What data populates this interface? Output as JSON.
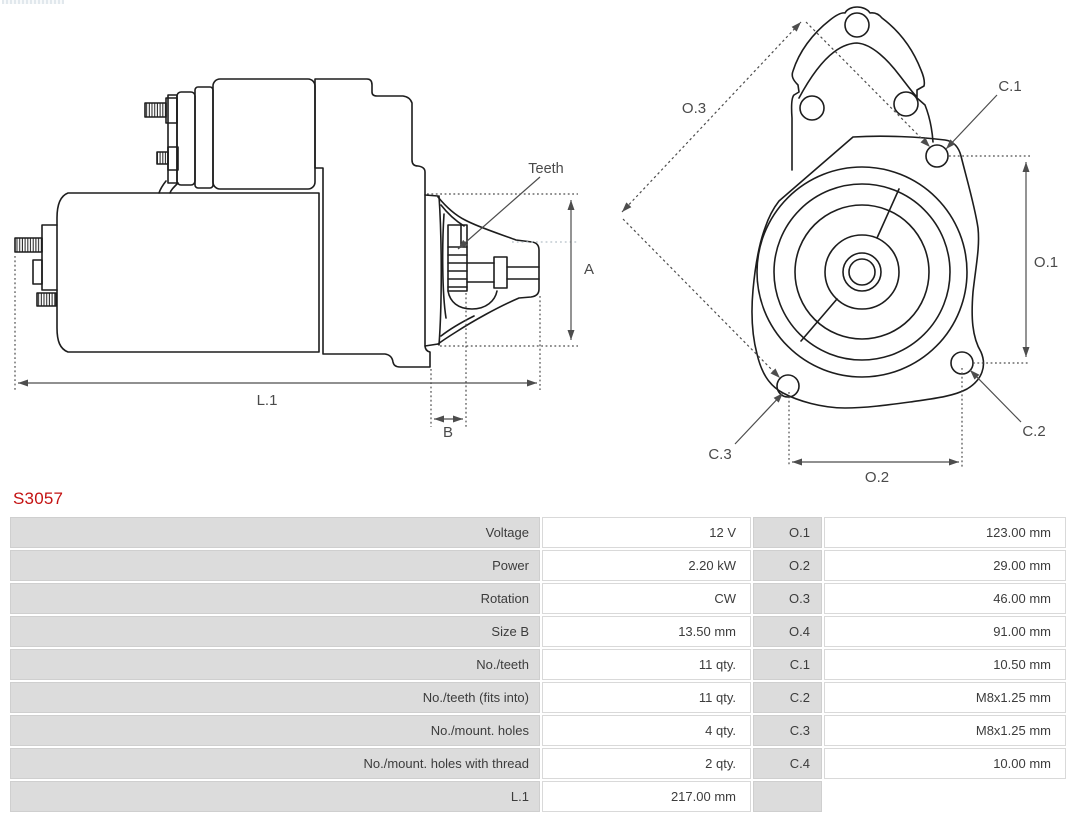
{
  "part": {
    "number": "S3057"
  },
  "colors": {
    "accent_red": "#c41212",
    "outline": "#1d1d1d",
    "dimension_gray": "#4d4d4d",
    "table_cell_gray": "#dcdcdc"
  },
  "diagram": {
    "side_view": {
      "teeth_label": "Teeth",
      "dim_a": "A",
      "dim_b": "B",
      "dim_l1": "L.1"
    },
    "front_view": {
      "dim_o1": "O.1",
      "dim_o2": "O.2",
      "dim_o3": "O.3",
      "dim_c1": "C.1",
      "dim_c2": "C.2",
      "dim_c3": "C.3"
    }
  },
  "table": {
    "rows": [
      {
        "label": "Voltage",
        "value": "12 V",
        "dim": "O.1",
        "dim_value": "123.00 mm"
      },
      {
        "label": "Power",
        "value": "2.20 kW",
        "dim": "O.2",
        "dim_value": "29.00 mm"
      },
      {
        "label": "Rotation",
        "value": "CW",
        "dim": "O.3",
        "dim_value": "46.00 mm"
      },
      {
        "label": "Size B",
        "value": "13.50 mm",
        "dim": "O.4",
        "dim_value": "91.00 mm"
      },
      {
        "label": "No./teeth",
        "value": "11 qty.",
        "dim": "C.1",
        "dim_value": "10.50 mm"
      },
      {
        "label": "No./teeth (fits into)",
        "value": "11 qty.",
        "dim": "C.2",
        "dim_value": "M8x1.25 mm"
      },
      {
        "label": "No./mount. holes",
        "value": "4 qty.",
        "dim": "C.3",
        "dim_value": "M8x1.25 mm"
      },
      {
        "label": "No./mount. holes with thread",
        "value": "2 qty.",
        "dim": "C.4",
        "dim_value": "10.00 mm"
      },
      {
        "label": "L.1",
        "value": "217.00 mm",
        "dim": "",
        "dim_value": ""
      }
    ]
  }
}
